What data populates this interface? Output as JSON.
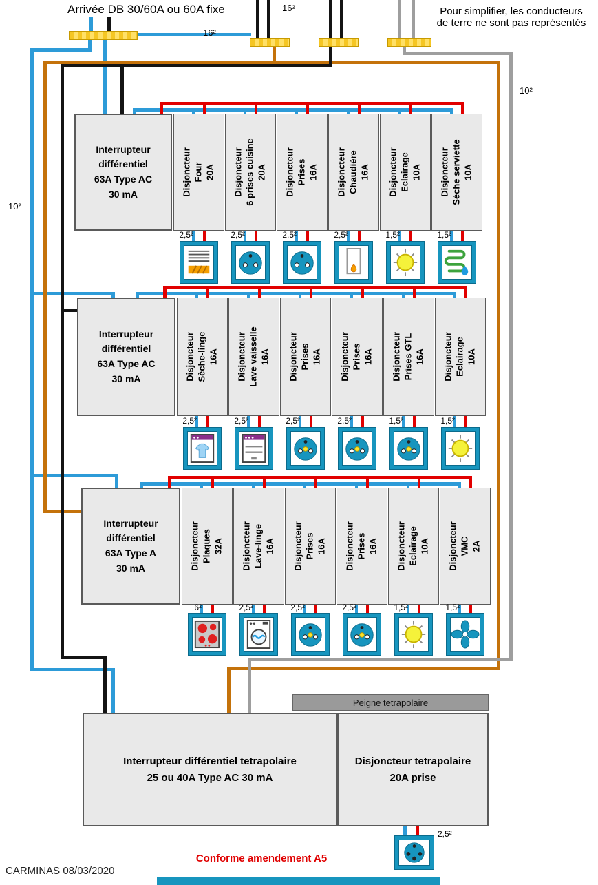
{
  "colors": {
    "wire-blue": "#2d9bd8",
    "wire-red": "#e10000",
    "wire-black": "#141414",
    "wire-orange": "#c4720a",
    "wire-gray": "#9e9e9e",
    "device-teal": "#1795be",
    "box-fill": "#e9e9e9"
  },
  "header": {
    "title": "Arrivée DB 30/60A ou 60A fixe",
    "note": "Pour simplifier, les conducteurs\nde terre ne sont pas représentés",
    "label_16_top": "16²",
    "label_16_left": "16²",
    "label_10_right": "10²",
    "label_10_left": "10²"
  },
  "rows": [
    {
      "interrupter": "Interrupteur\ndifférentiel\n63A Type AC\n30 mA",
      "breakers": [
        {
          "label": "Disjoncteur\nFour\n20A",
          "size": "2,5²",
          "icon": "oven-icon"
        },
        {
          "label": "Disjoncteur\n6 prises cuisine\n20A",
          "size": "2,5²",
          "icon": "socket-icon"
        },
        {
          "label": "Disjoncteur\nPrises\n16A",
          "size": "2,5²",
          "icon": "socket-icon"
        },
        {
          "label": "Disjoncteur\nChaudière\n16A",
          "size": "2,5²",
          "icon": "boiler-icon"
        },
        {
          "label": "Disjoncteur\nEclairage\n10A",
          "size": "1,5²",
          "icon": "bulb-icon"
        },
        {
          "label": "Disjoncteur\nSèche serviette\n10A",
          "size": "1,5²",
          "icon": "towel-dryer-icon"
        }
      ]
    },
    {
      "interrupter": "Interrupteur\ndifférentiel\n63A Type AC\n30 mA",
      "breakers": [
        {
          "label": "Disjoncteur\nSèche-linge\n16A",
          "size": "2,5²",
          "icon": "dryer-icon"
        },
        {
          "label": "Disjoncteur\nLave vaisselle\n16A",
          "size": "2,5²",
          "icon": "dishwasher-icon"
        },
        {
          "label": "Disjoncteur\nPrises\n16A",
          "size": "2,5²",
          "icon": "socket-icon"
        },
        {
          "label": "Disjoncteur\nPrises\n16A",
          "size": "2,5²",
          "icon": "socket-icon"
        },
        {
          "label": "Disjoncteur\nPrises GTL\n16A",
          "size": "1,5²",
          "icon": "socket-icon"
        },
        {
          "label": "Disjoncteur\nEclairage\n10A",
          "size": "1,5²",
          "icon": "bulb-icon"
        }
      ]
    },
    {
      "interrupter": "Interrupteur\ndifférentiel\n63A Type A\n30 mA",
      "breakers": [
        {
          "label": "Disjoncteur\nPlaques\n32A",
          "size": "6²",
          "icon": "cooktop-icon"
        },
        {
          "label": "Disjoncteur\nLave-linge\n16A",
          "size": "2,5²",
          "icon": "washer-icon"
        },
        {
          "label": "Disjoncteur\nPrises\n16A",
          "size": "2,5²",
          "icon": "socket-icon"
        },
        {
          "label": "Disjoncteur\nPrises\n16A",
          "size": "2,5²",
          "icon": "socket-icon"
        },
        {
          "label": "Disjoncteur\nEclairage\n10A",
          "size": "1,5²",
          "icon": "bulb-icon"
        },
        {
          "label": "Disjoncteur\nVMC\n2A",
          "size": "1,5²",
          "icon": "fan-icon"
        }
      ]
    }
  ],
  "bottom": {
    "peigne": "Peigne tetrapolaire",
    "left_box": "Interrupteur différentiel tetrapolaire\n25 ou 40A Type AC 30 mA",
    "right_box": "Disjoncteur tetrapolaire\n20A prise",
    "socket_size": "2,5²",
    "conforme": "Conforme amendement A5",
    "credit": "CARMINAS 08/03/2020"
  }
}
